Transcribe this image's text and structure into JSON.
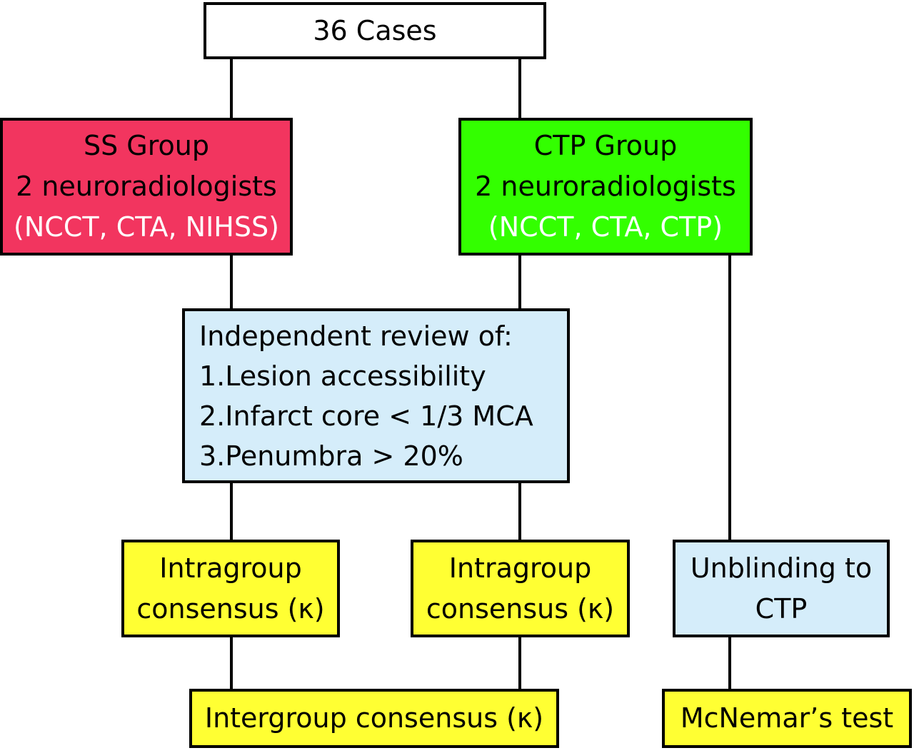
{
  "colors": {
    "ss_group": "#f2355f",
    "ctp_group": "#33ff00",
    "review": "#d5edfa",
    "consensus": "#ffff33",
    "unblinding": "#d5edfa",
    "mcnemar": "#ffff33",
    "top": "#ffffff"
  },
  "nodes": {
    "cases": {
      "label": "36 Cases"
    },
    "ss_group": {
      "title": "SS Group",
      "subtitle": "2 neuroradiologists",
      "modalities": "(NCCT, CTA, NIHSS)"
    },
    "ctp_group": {
      "title": "CTP Group",
      "subtitle": "2 neuroradiologists",
      "modalities": "(NCCT, CTA, CTP)"
    },
    "review": {
      "heading": "Independent review of:",
      "items": [
        "1.Lesion accessibility",
        "2.Infarct core < 1/3 MCA",
        "3.Penumbra > 20%"
      ]
    },
    "intragroup_left": {
      "line1": "Intragroup",
      "line2": "consensus (κ)"
    },
    "intragroup_right": {
      "line1": "Intragroup",
      "line2": "consensus (κ)"
    },
    "unblinding": {
      "line1": "Unblinding to",
      "line2": "CTP"
    },
    "intergroup": {
      "label": "Intergroup consensus (κ)"
    },
    "mcnemar": {
      "label": "McNemar’s test"
    }
  }
}
